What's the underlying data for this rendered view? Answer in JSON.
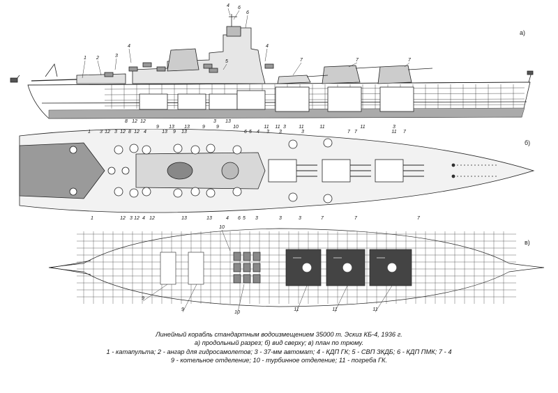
{
  "panels": {
    "a": "а)",
    "b": "б)",
    "v": "в)"
  },
  "callouts": {
    "profile": [
      "1",
      "2",
      "3",
      "4",
      "4",
      "4",
      "5",
      "6",
      "6",
      "7",
      "7",
      "7",
      "8",
      "12",
      "12",
      "9",
      "13",
      "13",
      "9",
      "9",
      "10",
      "11",
      "11",
      "11",
      "11",
      "11",
      "3",
      "3",
      "3",
      "13"
    ],
    "plan_top": [
      "1",
      "3",
      "12",
      "3",
      "12",
      "8",
      "12",
      "4",
      "13",
      "9",
      "13",
      "6",
      "5",
      "4",
      "3",
      "3",
      "3",
      "7",
      "7",
      "7",
      "11"
    ],
    "plan_bottom": [
      "1",
      "12",
      "3",
      "12",
      "4",
      "12",
      "13",
      "13",
      "4",
      "6",
      "5",
      "3",
      "3",
      "3",
      "7",
      "7",
      "7"
    ],
    "hold": [
      "10",
      "9",
      "9",
      "10",
      "11",
      "11",
      "11"
    ]
  },
  "caption": {
    "line1": "Линейный корабль стандартным водоизмещением 35000 т. Эскиз КБ-4, 1936 г.",
    "line2": "а) продольный разрез; б) вид сверху; в) план по трюму.",
    "line3": "1 - катапульта; 2 - ангар для гидросамолетов; 3 - 37-мм автомат; 4 - КДП ГК; 5 - СВП ЗКДБ; 6 - КДП ПМК; 7 - 4",
    "line4": "9 - котельное отделение; 10 - турбинное отделение; 11 - погреба ГК."
  }
}
